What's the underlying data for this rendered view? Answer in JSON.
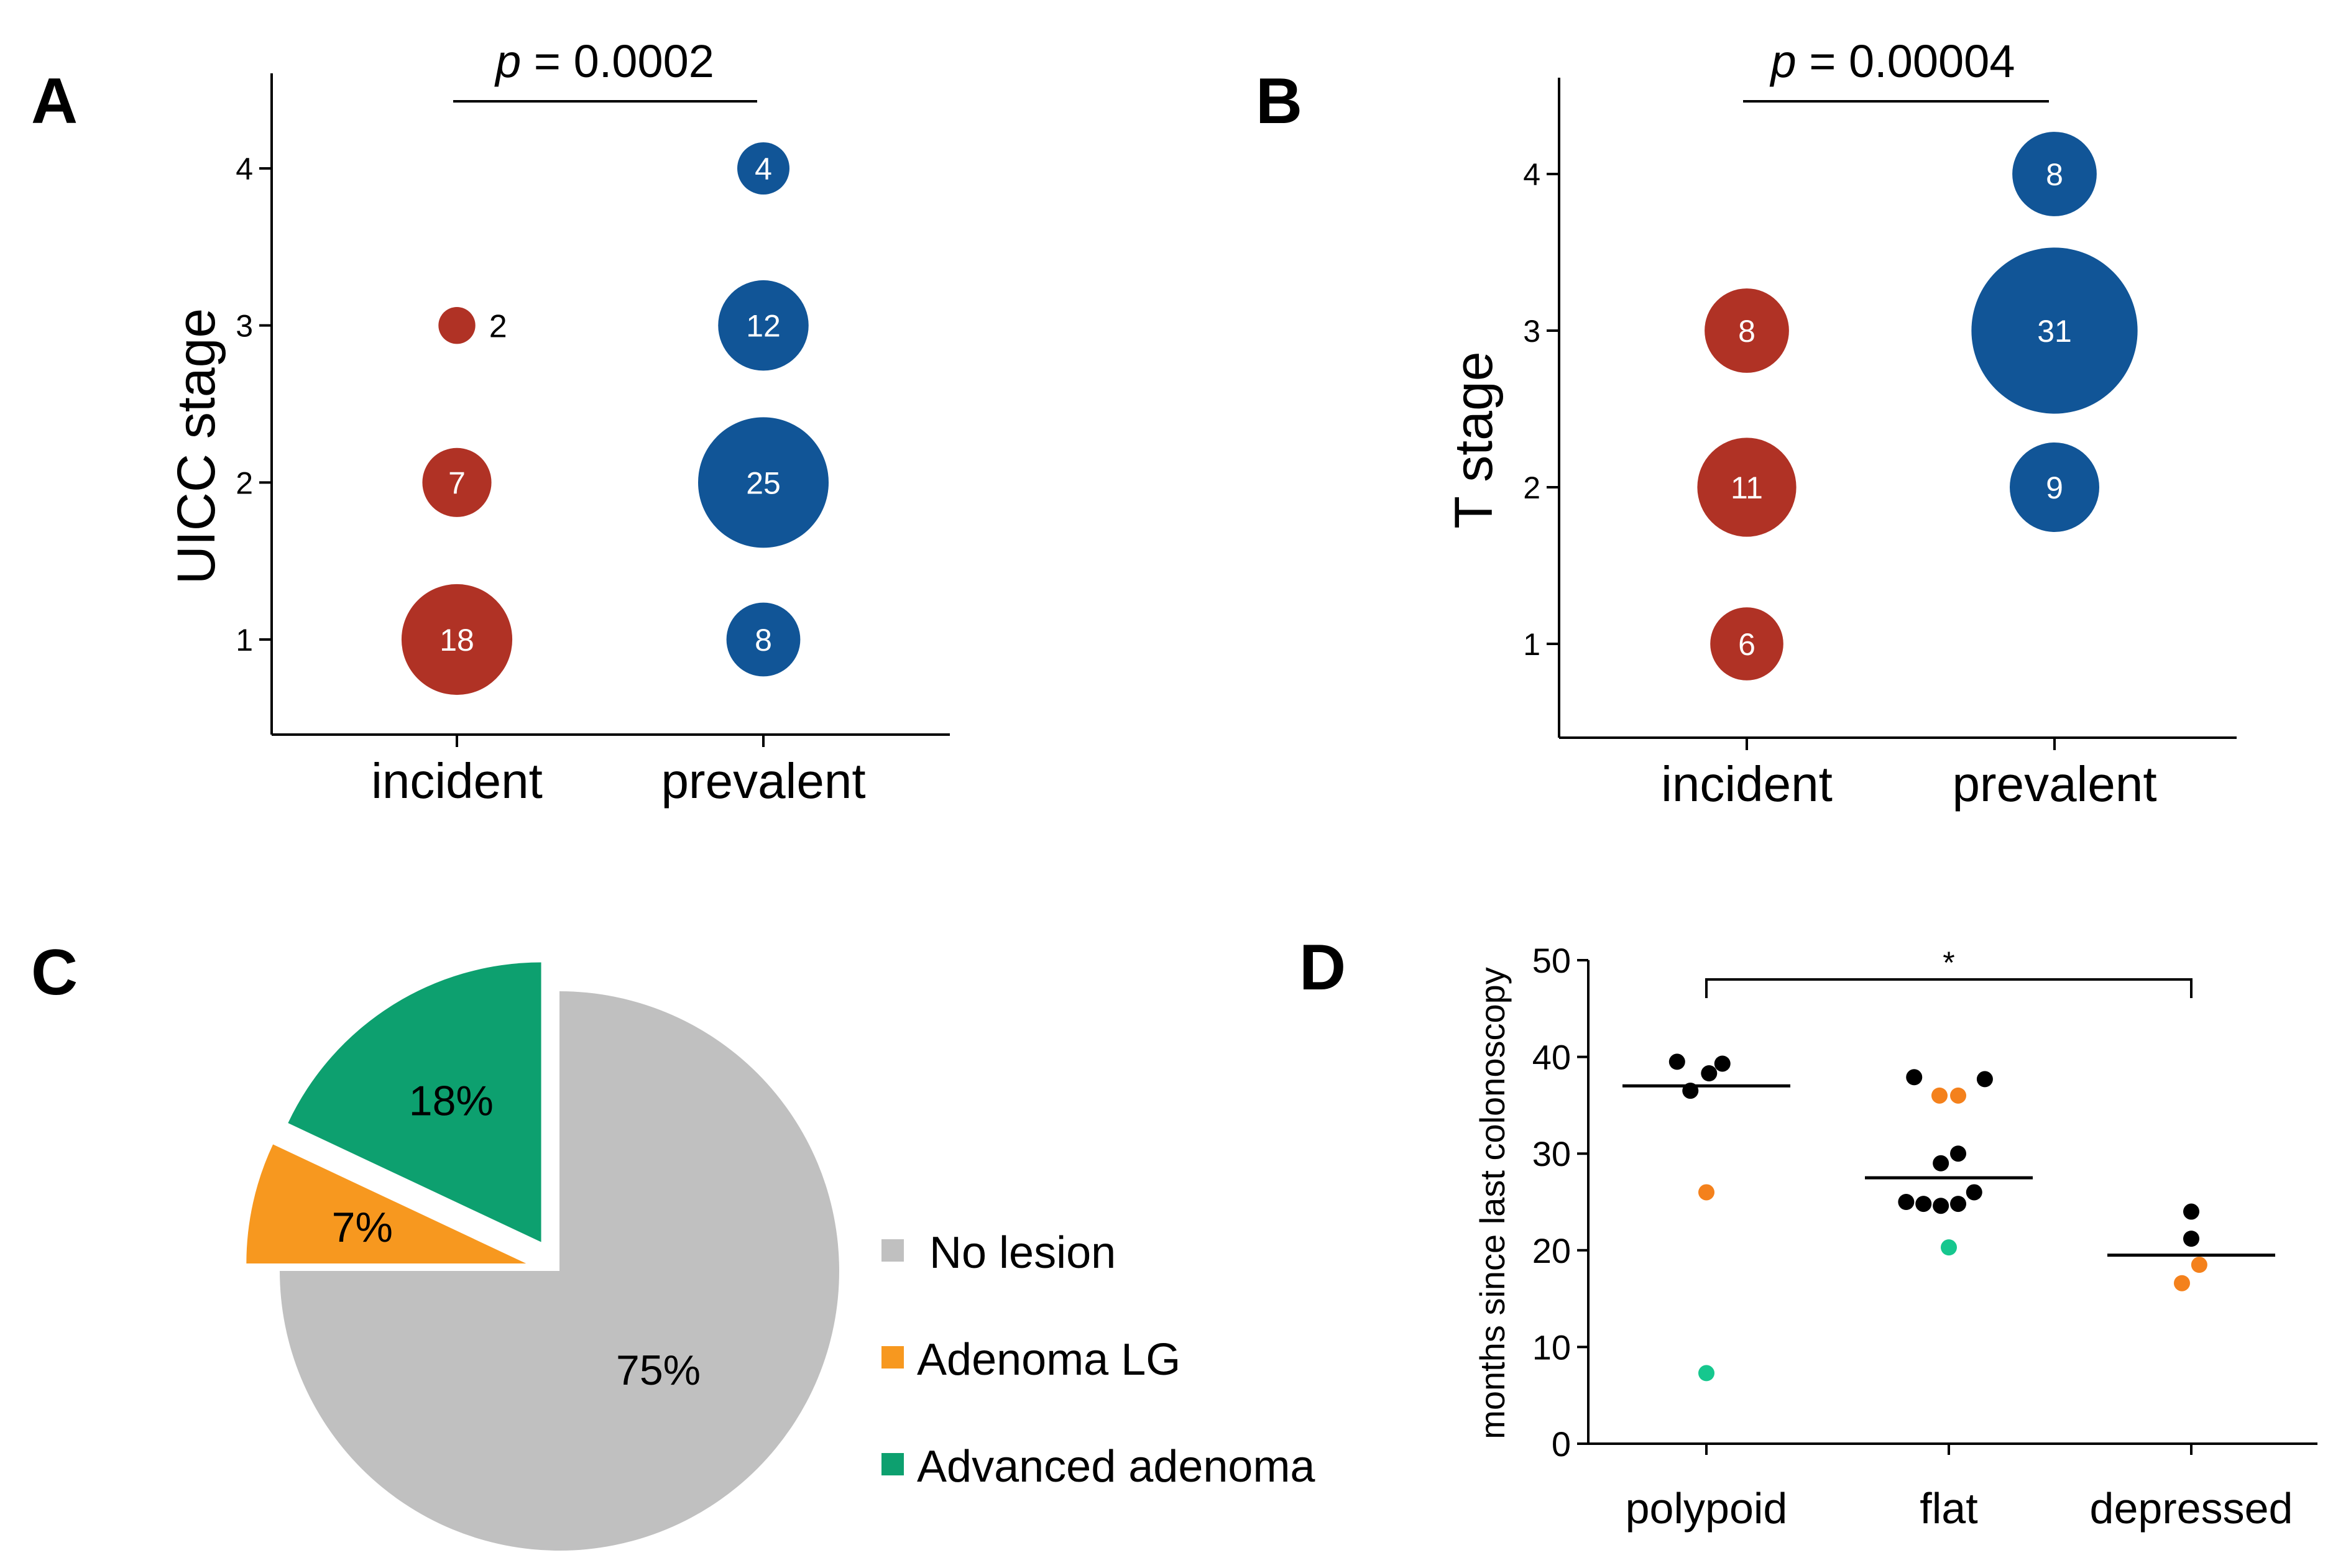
{
  "panels": {
    "A": {
      "letter": "A"
    },
    "B": {
      "letter": "B"
    },
    "C": {
      "letter": "C"
    },
    "D": {
      "letter": "D"
    }
  },
  "colors": {
    "incident": "#b03225",
    "prevalent": "#115597",
    "no_lesion": "#c0c0c0",
    "adenoma_lg": "#f7981f",
    "advanced_adenoma": "#0da06f",
    "black_point": "#000000",
    "orange_point": "#f4811c",
    "green_point": "#16c78e"
  },
  "chart_data": [
    {
      "panel": "A",
      "type": "scatter",
      "subtype": "bubble",
      "title": "",
      "annotation": {
        "p_label": "p",
        "p_value": "= 0.0002"
      },
      "xlabel": "",
      "ylabel": "UICC stage",
      "categories": [
        "incident",
        "prevalent"
      ],
      "yticks": [
        1,
        2,
        3,
        4
      ],
      "ylim": [
        0.4,
        4.6
      ],
      "bubbles": [
        {
          "group": "incident",
          "stage": 1,
          "count": 18,
          "color": "#b03225"
        },
        {
          "group": "incident",
          "stage": 2,
          "count": 7,
          "color": "#b03225"
        },
        {
          "group": "incident",
          "stage": 3,
          "count": 2,
          "color": "#b03225",
          "label_outside": true
        },
        {
          "group": "prevalent",
          "stage": 1,
          "count": 8,
          "color": "#115597"
        },
        {
          "group": "prevalent",
          "stage": 2,
          "count": 25,
          "color": "#115597"
        },
        {
          "group": "prevalent",
          "stage": 3,
          "count": 12,
          "color": "#115597"
        },
        {
          "group": "prevalent",
          "stage": 4,
          "count": 4,
          "color": "#115597"
        }
      ]
    },
    {
      "panel": "B",
      "type": "scatter",
      "subtype": "bubble",
      "title": "",
      "annotation": {
        "p_label": "p",
        "p_value": "= 0.00004"
      },
      "xlabel": "",
      "ylabel": "T stage",
      "categories": [
        "incident",
        "prevalent"
      ],
      "yticks": [
        1,
        2,
        3,
        4
      ],
      "ylim": [
        0.4,
        4.6
      ],
      "bubbles": [
        {
          "group": "incident",
          "stage": 1,
          "count": 6,
          "color": "#b03225"
        },
        {
          "group": "incident",
          "stage": 2,
          "count": 11,
          "color": "#b03225"
        },
        {
          "group": "incident",
          "stage": 3,
          "count": 8,
          "color": "#b03225"
        },
        {
          "group": "prevalent",
          "stage": 2,
          "count": 9,
          "color": "#115597"
        },
        {
          "group": "prevalent",
          "stage": 3,
          "count": 31,
          "color": "#115597"
        },
        {
          "group": "prevalent",
          "stage": 4,
          "count": 8,
          "color": "#115597"
        }
      ]
    },
    {
      "panel": "C",
      "type": "pie",
      "title": "",
      "legend_position": "right",
      "slices": [
        {
          "label": "No lesion",
          "value": 75,
          "text": "75%",
          "color": "#c0c0c0",
          "exploded": false
        },
        {
          "label": "Adenoma LG",
          "value": 7,
          "text": "7%",
          "color": "#f7981f",
          "exploded": true
        },
        {
          "label": "Advanced adenoma",
          "value": 18,
          "text": "18%",
          "color": "#0da06f",
          "exploded": true
        }
      ]
    },
    {
      "panel": "D",
      "type": "scatter",
      "subtype": "dot-plot",
      "title": "",
      "xlabel": "",
      "ylabel": "months since last colonoscopy",
      "categories": [
        "polypoid",
        "flat",
        "depressed"
      ],
      "ylim": [
        0,
        50
      ],
      "yticks": [
        0,
        10,
        20,
        30,
        40,
        50
      ],
      "significance": {
        "label": "*",
        "from": "polypoid",
        "to": "depressed"
      },
      "medians": [
        {
          "group": "polypoid",
          "value": 37
        },
        {
          "group": "flat",
          "value": 27.5
        },
        {
          "group": "depressed",
          "value": 19.5
        }
      ],
      "points": [
        {
          "group": "polypoid",
          "offset": -0.22,
          "y": 39.5,
          "color": "black"
        },
        {
          "group": "polypoid",
          "offset": 0.12,
          "y": 39.3,
          "color": "black"
        },
        {
          "group": "polypoid",
          "offset": 0.02,
          "y": 38.3,
          "color": "black"
        },
        {
          "group": "polypoid",
          "offset": -0.12,
          "y": 36.5,
          "color": "black"
        },
        {
          "group": "polypoid",
          "offset": 0.0,
          "y": 26.0,
          "color": "orange"
        },
        {
          "group": "polypoid",
          "offset": 0.0,
          "y": 7.3,
          "color": "green"
        },
        {
          "group": "flat",
          "offset": -0.26,
          "y": 37.9,
          "color": "black"
        },
        {
          "group": "flat",
          "offset": 0.27,
          "y": 37.7,
          "color": "black"
        },
        {
          "group": "flat",
          "offset": -0.07,
          "y": 36.0,
          "color": "orange"
        },
        {
          "group": "flat",
          "offset": 0.07,
          "y": 36.0,
          "color": "orange"
        },
        {
          "group": "flat",
          "offset": 0.07,
          "y": 30.0,
          "color": "black"
        },
        {
          "group": "flat",
          "offset": -0.06,
          "y": 29.0,
          "color": "black"
        },
        {
          "group": "flat",
          "offset": 0.19,
          "y": 26.0,
          "color": "black"
        },
        {
          "group": "flat",
          "offset": -0.32,
          "y": 25.0,
          "color": "black"
        },
        {
          "group": "flat",
          "offset": -0.19,
          "y": 24.8,
          "color": "black"
        },
        {
          "group": "flat",
          "offset": -0.06,
          "y": 24.6,
          "color": "black"
        },
        {
          "group": "flat",
          "offset": 0.07,
          "y": 24.8,
          "color": "black"
        },
        {
          "group": "flat",
          "offset": 0.0,
          "y": 20.3,
          "color": "green"
        },
        {
          "group": "depressed",
          "offset": 0.0,
          "y": 24.0,
          "color": "black"
        },
        {
          "group": "depressed",
          "offset": 0.0,
          "y": 21.2,
          "color": "black"
        },
        {
          "group": "depressed",
          "offset": 0.06,
          "y": 18.5,
          "color": "orange"
        },
        {
          "group": "depressed",
          "offset": -0.07,
          "y": 16.6,
          "color": "orange"
        }
      ]
    }
  ]
}
